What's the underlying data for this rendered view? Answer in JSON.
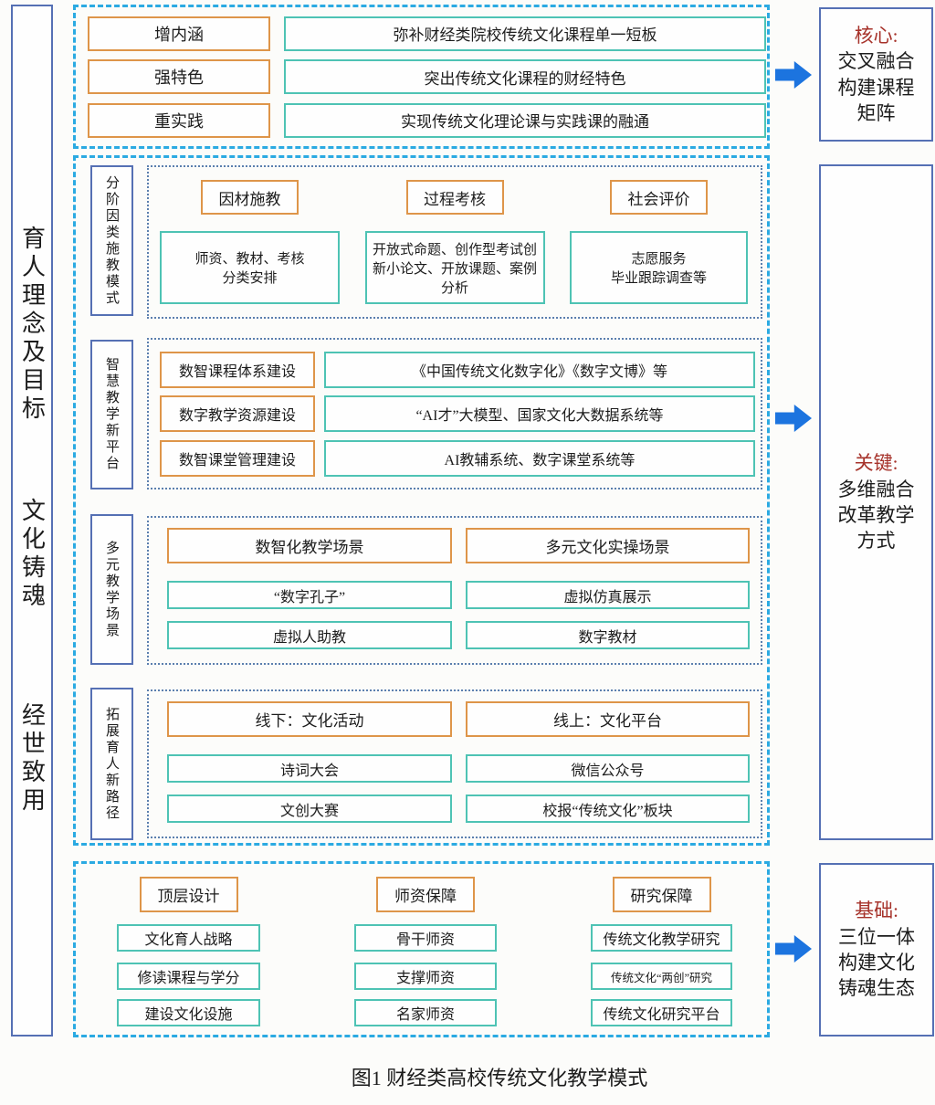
{
  "colors": {
    "dash_cyan": "#2BAAE2",
    "box_orange": "#DE9549",
    "box_teal": "#4EC3B4",
    "box_blue": "#5570B4",
    "inner_dotted_blue": "#5B7FAE",
    "arrow_blue": "#1C74DF",
    "emphasis_red": "#A6322A"
  },
  "sidebar": {
    "labels": [
      "育人理念及目标",
      "文化铸魂",
      "经世致用"
    ]
  },
  "top_section": {
    "rows": [
      {
        "label": "增内涵",
        "desc": "弥补财经类院校传统文化课程单一短板"
      },
      {
        "label": "强特色",
        "desc": "突出传统文化课程的财经特色"
      },
      {
        "label": "重实践",
        "desc": "实现传统文化理论课与实践课的融通"
      }
    ]
  },
  "middle_section": {
    "sub1": {
      "label": "分阶因类施教模式",
      "columns": [
        {
          "header": "因材施教",
          "content": "师资、教材、考核\n分类安排"
        },
        {
          "header": "过程考核",
          "content": "开放式命题、创作型考试创新小论文、开放课题、案例分析"
        },
        {
          "header": "社会评价",
          "content": "志愿服务\n毕业跟踪调查等"
        }
      ]
    },
    "sub2": {
      "label": "智慧教学新平台",
      "rows": [
        {
          "header": "数智课程体系建设",
          "content": "《中国传统文化数字化》《数字文博》等"
        },
        {
          "header": "数字教学资源建设",
          "content": "“AI才”大模型、国家文化大数据系统等"
        },
        {
          "header": "数智课堂管理建设",
          "content": "AI教辅系统、数字课堂系统等"
        }
      ]
    },
    "sub3": {
      "label": "多元教学场景",
      "columns": [
        {
          "header": "数智化教学场景",
          "items": [
            "“数字孔子”",
            "虚拟人助教"
          ]
        },
        {
          "header": "多元文化实操场景",
          "items": [
            "虚拟仿真展示",
            "数字教材"
          ]
        }
      ]
    },
    "sub4": {
      "label": "拓展育人新路径",
      "columns": [
        {
          "header": "线下：文化活动",
          "items": [
            "诗词大会",
            "文创大赛"
          ]
        },
        {
          "header": "线上：文化平台",
          "items": [
            "微信公众号",
            "校报“传统文化”板块"
          ]
        }
      ]
    }
  },
  "bottom_section": {
    "columns": [
      {
        "header": "顶层设计",
        "items": [
          "文化育人战略",
          "修读课程与学分",
          "建设文化设施"
        ]
      },
      {
        "header": "师资保障",
        "items": [
          "骨干师资",
          "支撑师资",
          "名家师资"
        ]
      },
      {
        "header": "研究保障",
        "items": [
          "传统文化教学研究",
          "传统文化“两创”研究",
          "传统文化研究平台"
        ]
      }
    ]
  },
  "outcomes": [
    {
      "tag": "核心:",
      "text": "交叉融合\n构建课程\n矩阵"
    },
    {
      "tag": "关键:",
      "text": "多维融合\n改革教学\n方式"
    },
    {
      "tag": "基础:",
      "text": "三位一体\n构建文化\n铸魂生态"
    }
  ],
  "caption": "图1 财经类高校传统文化教学模式"
}
